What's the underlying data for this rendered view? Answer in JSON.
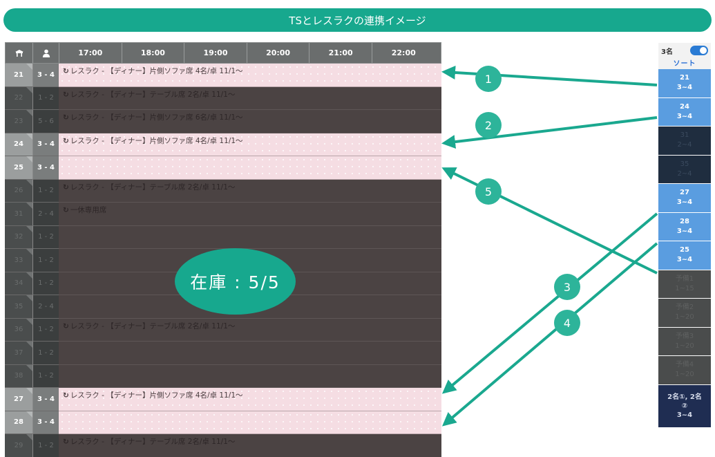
{
  "banner": {
    "title": "TSとレスラクの連携イメージ"
  },
  "header": {
    "table_icon": "table-icon",
    "person_icon": "person-icon",
    "times": [
      "17:00",
      "18:00",
      "19:00",
      "20:00",
      "21:00",
      "22:00"
    ]
  },
  "rows": [
    {
      "table": "21",
      "capacity": "3 - 4",
      "highlight": true,
      "reservation": "レスラク - 【ディナー】片側ソファ席 4名/卓 11/1〜"
    },
    {
      "table": "22",
      "capacity": "1 - 2",
      "highlight": false,
      "reservation": "レスラク - 【ディナー】テーブル席 2名/卓 11/1〜"
    },
    {
      "table": "23",
      "capacity": "5 - 6",
      "highlight": false,
      "reservation": "レスラク - 【ディナー】片側ソファ席 6名/卓 11/1〜"
    },
    {
      "table": "24",
      "capacity": "3 - 4",
      "highlight": true,
      "reservation": "レスラク - 【ディナー】片側ソファ席 4名/卓 11/1〜"
    },
    {
      "table": "25",
      "capacity": "3 - 4",
      "highlight": true,
      "reservation": ""
    },
    {
      "table": "26",
      "capacity": "1 - 2",
      "highlight": false,
      "reservation": "レスラク - 【ディナー】テーブル席 2名/卓 11/1〜"
    },
    {
      "table": "31",
      "capacity": "2 - 4",
      "highlight": false,
      "reservation": "一休専用席"
    },
    {
      "table": "32",
      "capacity": "1 - 2",
      "highlight": false,
      "reservation": ""
    },
    {
      "table": "33",
      "capacity": "1 - 2",
      "highlight": false,
      "reservation": ""
    },
    {
      "table": "34",
      "capacity": "1 - 2",
      "highlight": false,
      "reservation": ""
    },
    {
      "table": "35",
      "capacity": "2 - 4",
      "highlight": false,
      "reservation": ""
    },
    {
      "table": "36",
      "capacity": "1 - 2",
      "highlight": false,
      "reservation": "レスラク - 【ディナー】テーブル席 2名/卓 11/1〜"
    },
    {
      "table": "37",
      "capacity": "1 - 2",
      "highlight": false,
      "reservation": ""
    },
    {
      "table": "38",
      "capacity": "1 - 2",
      "highlight": false,
      "reservation": ""
    },
    {
      "table": "27",
      "capacity": "3 - 4",
      "highlight": true,
      "reservation": "レスラク - 【ディナー】片側ソファ席 4名/卓 11/1〜"
    },
    {
      "table": "28",
      "capacity": "3 - 4",
      "highlight": true,
      "reservation": ""
    },
    {
      "table": "29",
      "capacity": "1 - 2",
      "highlight": false,
      "reservation": "レスラク - 【ディナー】テーブル席 2名/卓 11/1〜"
    }
  ],
  "inventory_badge": "在庫 : 5/5",
  "sidebar": {
    "count_label": "3名",
    "sort_label": "ソート",
    "items": [
      {
        "line1": "21",
        "line2": "3~4",
        "style": "blue"
      },
      {
        "line1": "24",
        "line2": "3~4",
        "style": "blue"
      },
      {
        "line1": "31",
        "line2": "2~4",
        "style": "navy"
      },
      {
        "line1": "35",
        "line2": "2~4",
        "style": "navy"
      },
      {
        "line1": "27",
        "line2": "3~4",
        "style": "blue"
      },
      {
        "line1": "28",
        "line2": "3~4",
        "style": "blue"
      },
      {
        "line1": "25",
        "line2": "3~4",
        "style": "blue"
      },
      {
        "line1": "予備1",
        "line2": "1~15",
        "style": "gray"
      },
      {
        "line1": "予備2",
        "line2": "1~20",
        "style": "gray"
      },
      {
        "line1": "予備3",
        "line2": "1~20",
        "style": "gray"
      },
      {
        "line1": "予備4",
        "line2": "1~20",
        "style": "gray"
      }
    ],
    "combo": {
      "line1": "2名①, 2名",
      "line2": "②",
      "line3": "3~4"
    }
  },
  "arrows": [
    "1",
    "2",
    "3",
    "4",
    "5"
  ],
  "colors": {
    "accent": "#17a88e",
    "highlight_row": "#f5dde3",
    "sidebar_blue": "#5a9de0"
  }
}
